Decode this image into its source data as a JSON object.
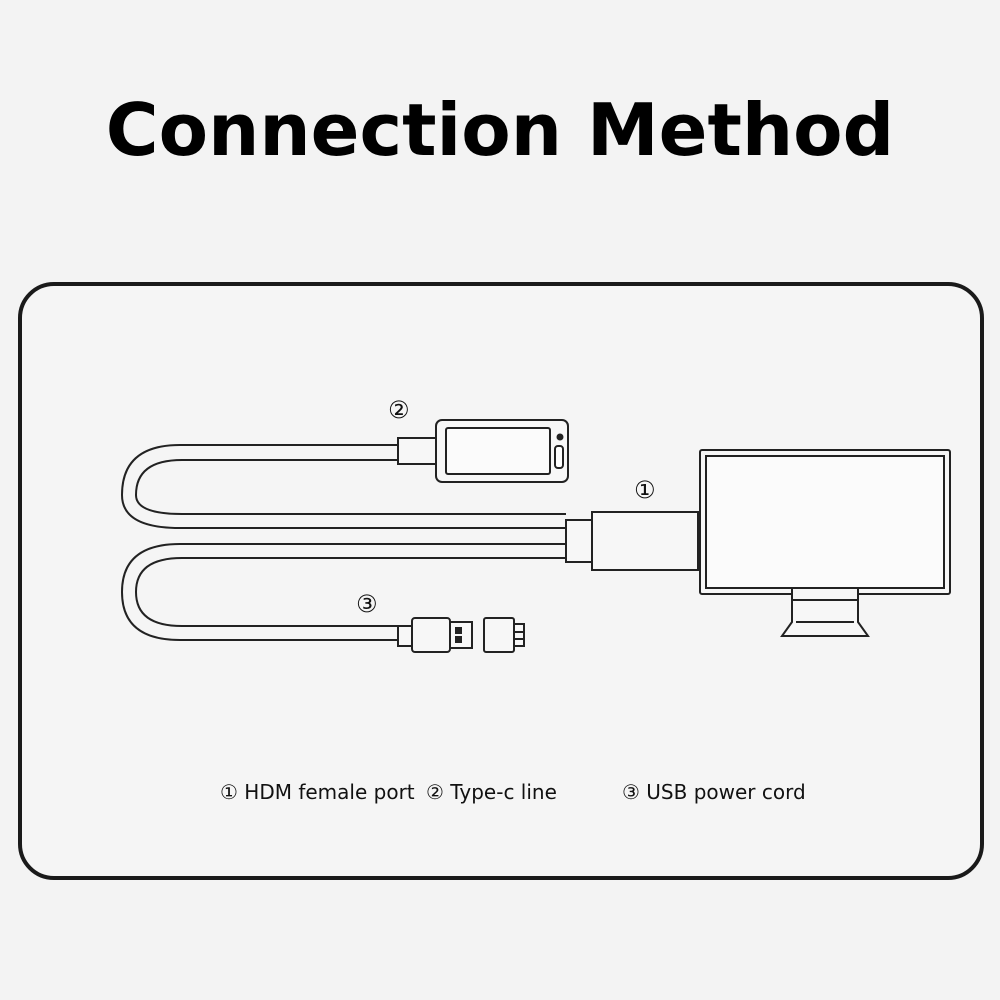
{
  "title": "Connection Method",
  "callouts": {
    "hdmi_marker": "①",
    "typec_marker": "②",
    "usb_marker": "③"
  },
  "legend": {
    "item1": "① HDM female port",
    "item2": "② Type-c line",
    "item3": "③ USB power cord"
  }
}
